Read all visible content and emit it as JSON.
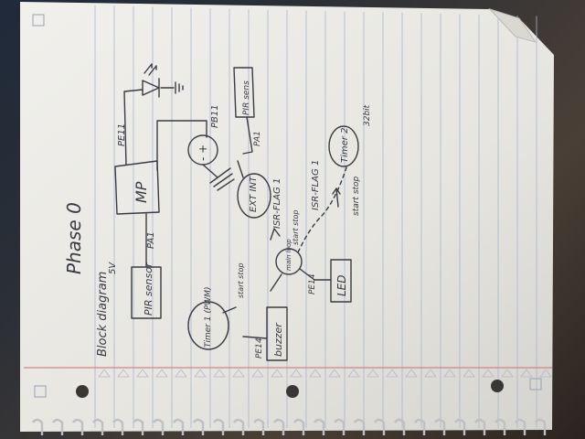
{
  "notebook": {
    "page_title": "Phase 0",
    "header": "Block diagram",
    "sub_header": "5V"
  },
  "diagram": {
    "blocks": {
      "pir_sensor": "PIR sensor",
      "mp": "MP",
      "led": "LED",
      "buzzer": "buzzer",
      "timer1": "Timer 1 (PWM)",
      "timer2": "Timer 2",
      "ext_int": "EXT INT",
      "main_loop": "main loop",
      "pir_sensor_2": "PIR sens"
    },
    "labels": {
      "pe11": "PE11",
      "pa1": "PA1",
      "pa1_b": "PA1",
      "pb11": "PB11",
      "pe14": "PE14",
      "pe14_b": "PE14",
      "isr_flag1": "ISR-FLAG 1",
      "isr_flag2": "ISR-FLAG 1",
      "start_stop_a": "start stop",
      "start_stop_b": "start stop",
      "start_stop_c": "start stop",
      "timer_size": "32bit",
      "voltage": "-  +",
      "led_arrows": "↗↗"
    }
  },
  "colors": {
    "paper": "#ecebe6",
    "rule_line": "#a9b4cf",
    "margin_line": "#d98080",
    "ink": "#3b3b44"
  }
}
